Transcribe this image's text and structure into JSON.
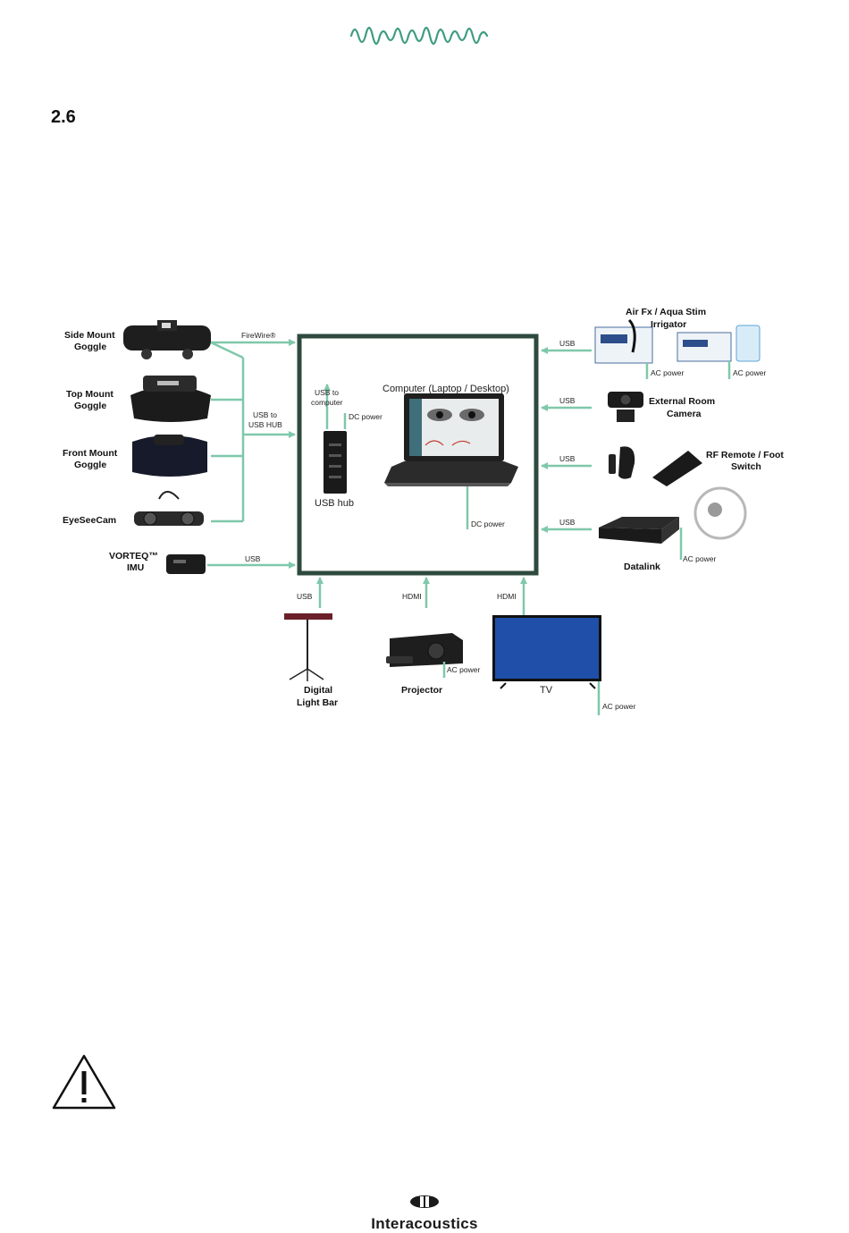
{
  "header": {
    "logo_icon": "waveform-logo-icon",
    "accent": "#3f9c82"
  },
  "section": {
    "number": "2.6"
  },
  "diagram": {
    "line_color": "#7fc8aa",
    "box_color": "#2e4a3e",
    "computer": {
      "title": "Computer (Laptop / Desktop)",
      "usb_to_computer": [
        "USB to",
        "computer"
      ],
      "dc_power_hub": "DC power",
      "usb_hub": "USB hub",
      "dc_power_laptop": "DC power"
    },
    "left_devices": {
      "side_mount": [
        "Side Mount",
        "Goggle"
      ],
      "top_mount": [
        "Top Mount",
        "Goggle"
      ],
      "front_mount": [
        "Front Mount",
        "Goggle"
      ],
      "eyeseecam": [
        "EyeSeeCam"
      ],
      "vorteq": [
        "VORTEQ™",
        "IMU"
      ]
    },
    "left_links": {
      "firewire": "FireWire®",
      "usb_to_hub": [
        "USB to",
        "USB HUB"
      ],
      "vorteq_usb": "USB"
    },
    "right_devices": {
      "irrigator": [
        "Air Fx / Aqua Stim",
        "Irrigator"
      ],
      "irrigator_ac1": "AC power",
      "irrigator_ac2": "AC power",
      "camera": [
        "External Room",
        "Camera"
      ],
      "remote": [
        "RF Remote / Foot",
        "Switch"
      ],
      "datalink": "Datalink",
      "datalink_ac": "AC power"
    },
    "right_links": {
      "usb1": "USB",
      "usb2": "USB",
      "usb3": "USB",
      "usb4": "USB"
    },
    "bottom_devices": {
      "light_bar": [
        "Digital",
        "Light Bar"
      ],
      "projector": "Projector",
      "projector_ac": "AC power",
      "tv": "TV",
      "tv_ac": "AC power"
    },
    "bottom_links": {
      "usb": "USB",
      "hdmi1": "HDMI",
      "hdmi2": "HDMI"
    }
  },
  "warning": {
    "icon": "warning-triangle-icon"
  },
  "footer": {
    "logo_icon": "interacoustics-logo-icon",
    "brand": "Interacoustics"
  }
}
